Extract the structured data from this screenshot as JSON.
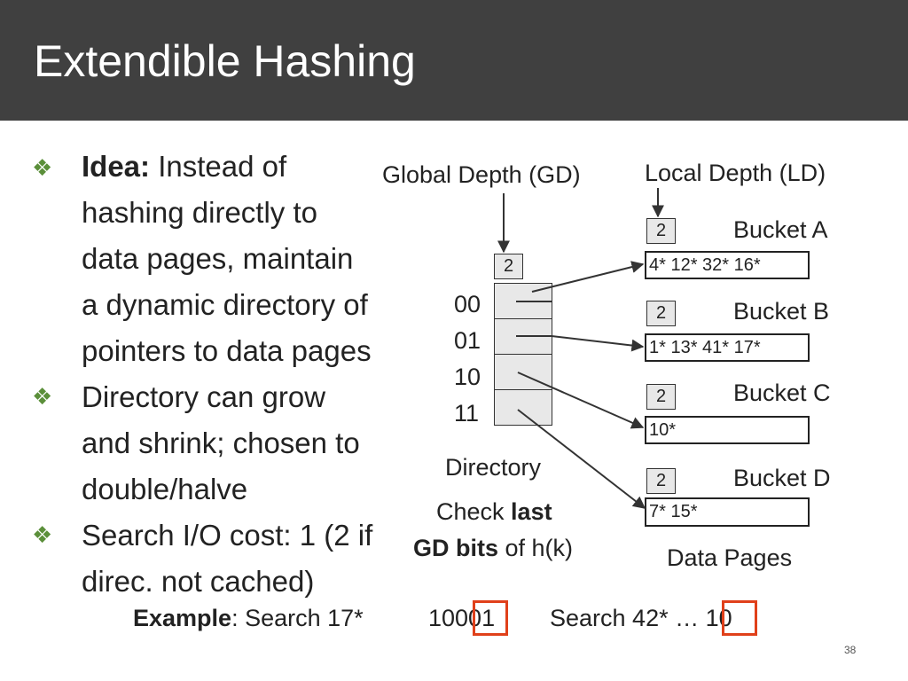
{
  "slide": {
    "title": "Extendible Hashing",
    "page_number": "38",
    "bullet_icon": "diamond-bullet-icon",
    "accent_color": "#5b8f3a",
    "highlight_color": "#e0401a"
  },
  "bullets": [
    {
      "bold": "Idea:",
      "lines": [
        " Instead of",
        "hashing directly to",
        "data pages, maintain",
        "a dynamic directory of",
        "pointers to data pages"
      ]
    },
    {
      "lines": [
        "Directory can grow",
        "and shrink; chosen to",
        "double/halve"
      ]
    },
    {
      "lines": [
        "Search I/O cost: 1 (2 if",
        "direc. not cached)"
      ]
    }
  ],
  "diagram": {
    "global_depth_label": "Global Depth (GD)",
    "local_depth_label": "Local Depth (LD)",
    "global_depth_value": "2",
    "directory_entries": [
      "00",
      "01",
      "10",
      "11"
    ],
    "directory_label": "Directory",
    "check_text": {
      "pre": "Check ",
      "bold1": "last",
      "bold2": "GD bits",
      "post": " of h(k)"
    },
    "data_pages_label": "Data Pages",
    "buckets": [
      {
        "name": "Bucket A",
        "local_depth": "2",
        "entries": "4* 12*  32* 16*"
      },
      {
        "name": "Bucket B",
        "local_depth": "2",
        "entries": "1*  13*  41*  17*"
      },
      {
        "name": "Bucket C",
        "local_depth": "2",
        "entries": "10*"
      },
      {
        "name": "Bucket D",
        "local_depth": "2",
        "entries": "7*  15*"
      }
    ]
  },
  "example": {
    "bold": "Example",
    "text1": ": Search 17*",
    "code1": "10001",
    "text2": "Search 42* … 10"
  }
}
